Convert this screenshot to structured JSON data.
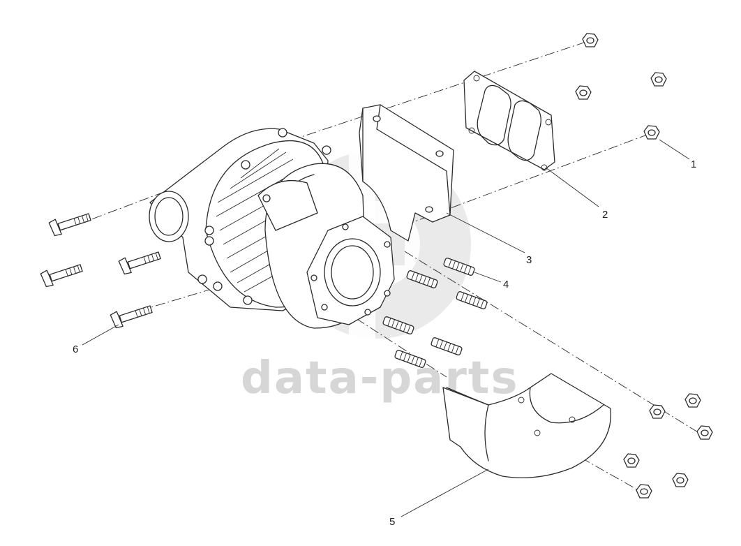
{
  "watermark": {
    "text": "data-parts",
    "color": "#d6d6d6"
  },
  "callouts": [
    {
      "id": "1",
      "label": "1"
    },
    {
      "id": "2",
      "label": "2"
    },
    {
      "id": "3",
      "label": "3"
    },
    {
      "id": "4",
      "label": "4"
    },
    {
      "id": "5",
      "label": "5"
    },
    {
      "id": "6",
      "label": "6"
    }
  ],
  "colors": {
    "line": "#2a2a2a",
    "background": "#ffffff"
  }
}
